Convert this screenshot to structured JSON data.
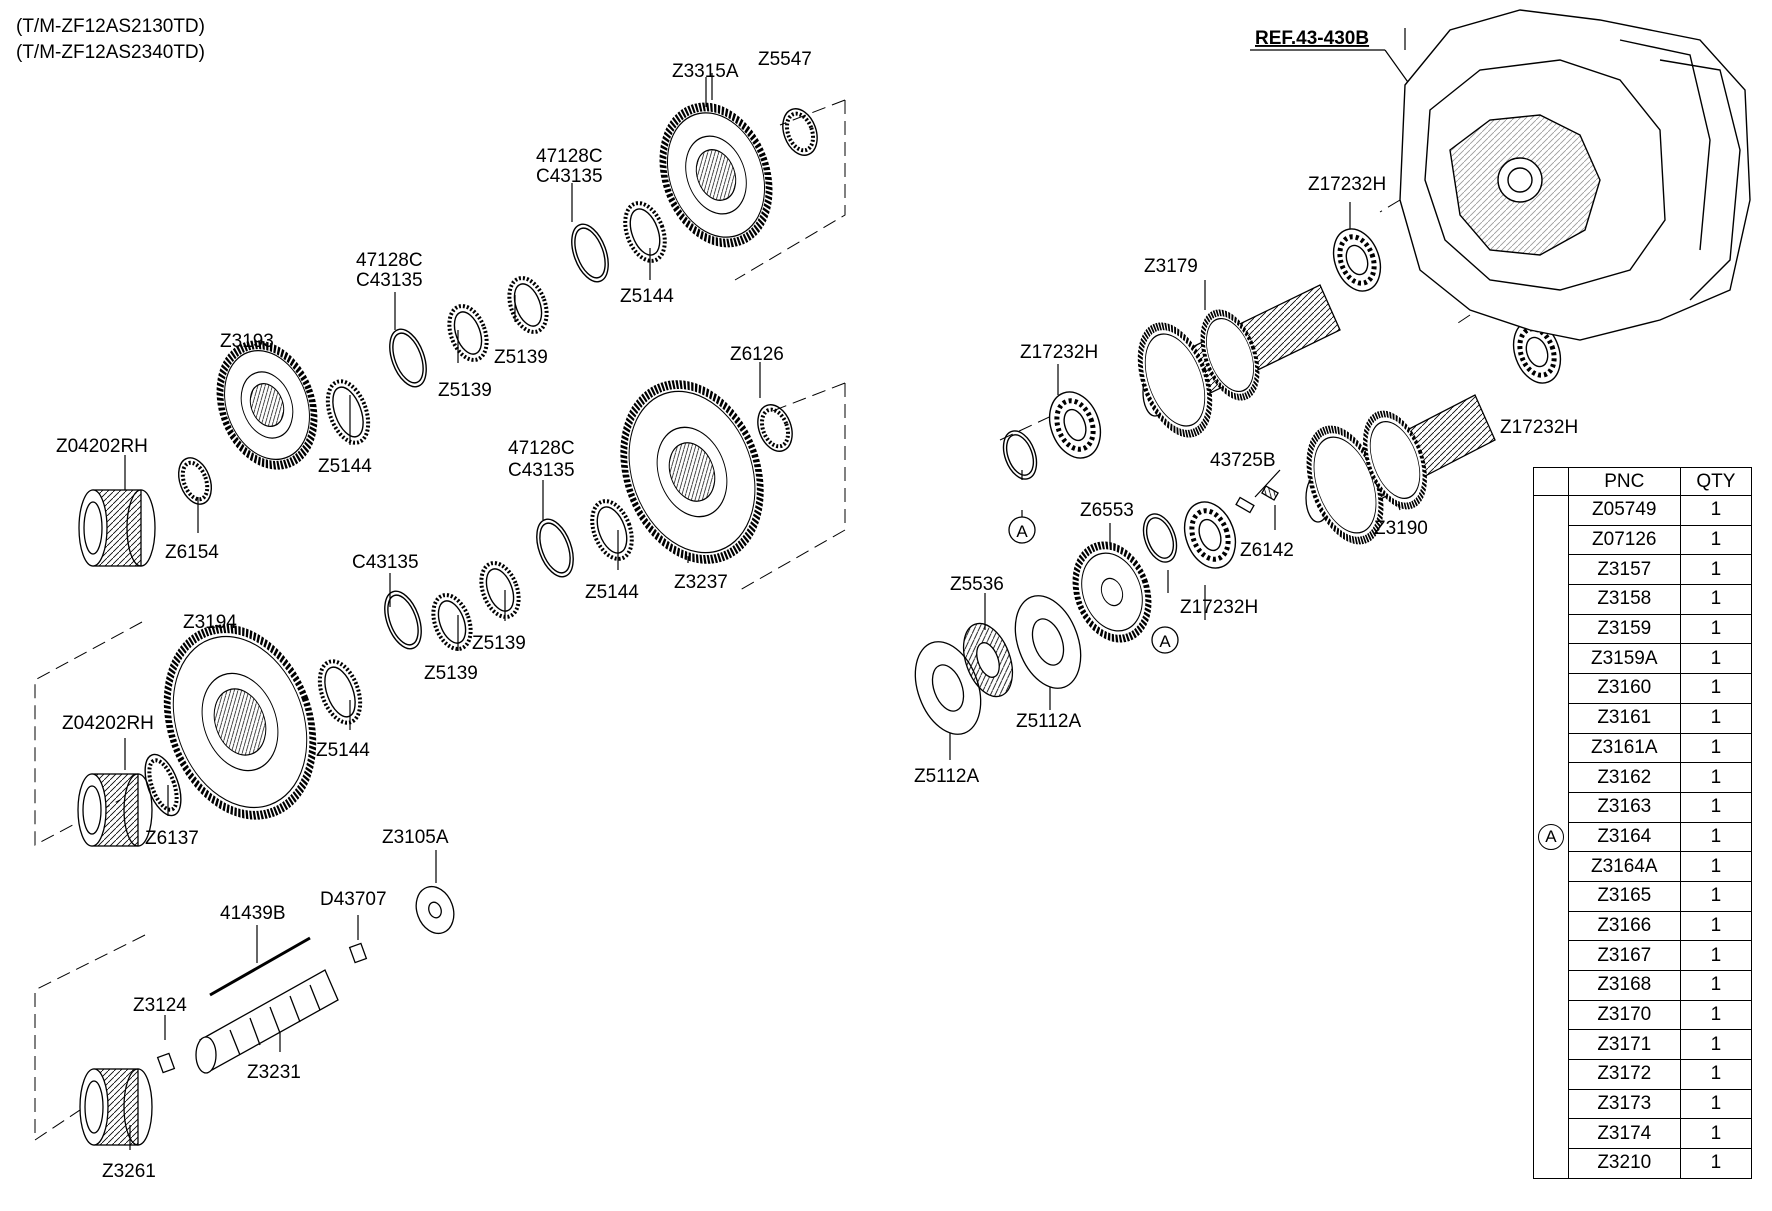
{
  "header": {
    "lines": [
      "(T/M-ZF12AS2130TD)",
      "(T/M-ZF12AS2340TD)"
    ],
    "ref": "REF.43-430B"
  },
  "callouts": [
    "Z3315A",
    "Z5547",
    "47128C",
    "C43135",
    "Z5144",
    "47128C",
    "C43135",
    "Z5139",
    "Z5139",
    "Z3193",
    "Z5144",
    "Z6126",
    "Z04202RH",
    "Z6154",
    "47128C",
    "C43135",
    "Z5144",
    "Z3237",
    "C43135",
    "Z5139",
    "Z5139",
    "Z3194",
    "Z5144",
    "Z04202RH",
    "Z6137",
    "Z3105A",
    "D43707",
    "41439B",
    "Z3124",
    "Z3231",
    "Z3261",
    "Z17232H",
    "Z3179",
    "Z17232H",
    "Z17232H",
    "43725B",
    "Z6553",
    "Z6142",
    "Z3190",
    "Z5536",
    "Z17232H",
    "Z5112A",
    "Z5112A"
  ],
  "marker": "A",
  "table": {
    "headers": [
      "PNC",
      "QTY"
    ],
    "group": "A",
    "rows": [
      {
        "pnc": "Z05749",
        "qty": "1"
      },
      {
        "pnc": "Z07126",
        "qty": "1"
      },
      {
        "pnc": "Z3157",
        "qty": "1"
      },
      {
        "pnc": "Z3158",
        "qty": "1"
      },
      {
        "pnc": "Z3159",
        "qty": "1"
      },
      {
        "pnc": "Z3159A",
        "qty": "1"
      },
      {
        "pnc": "Z3160",
        "qty": "1"
      },
      {
        "pnc": "Z3161",
        "qty": "1"
      },
      {
        "pnc": "Z3161A",
        "qty": "1"
      },
      {
        "pnc": "Z3162",
        "qty": "1"
      },
      {
        "pnc": "Z3163",
        "qty": "1"
      },
      {
        "pnc": "Z3164",
        "qty": "1"
      },
      {
        "pnc": "Z3164A",
        "qty": "1"
      },
      {
        "pnc": "Z3165",
        "qty": "1"
      },
      {
        "pnc": "Z3166",
        "qty": "1"
      },
      {
        "pnc": "Z3167",
        "qty": "1"
      },
      {
        "pnc": "Z3168",
        "qty": "1"
      },
      {
        "pnc": "Z3170",
        "qty": "1"
      },
      {
        "pnc": "Z3171",
        "qty": "1"
      },
      {
        "pnc": "Z3172",
        "qty": "1"
      },
      {
        "pnc": "Z3173",
        "qty": "1"
      },
      {
        "pnc": "Z3174",
        "qty": "1"
      },
      {
        "pnc": "Z3210",
        "qty": "1"
      }
    ]
  }
}
